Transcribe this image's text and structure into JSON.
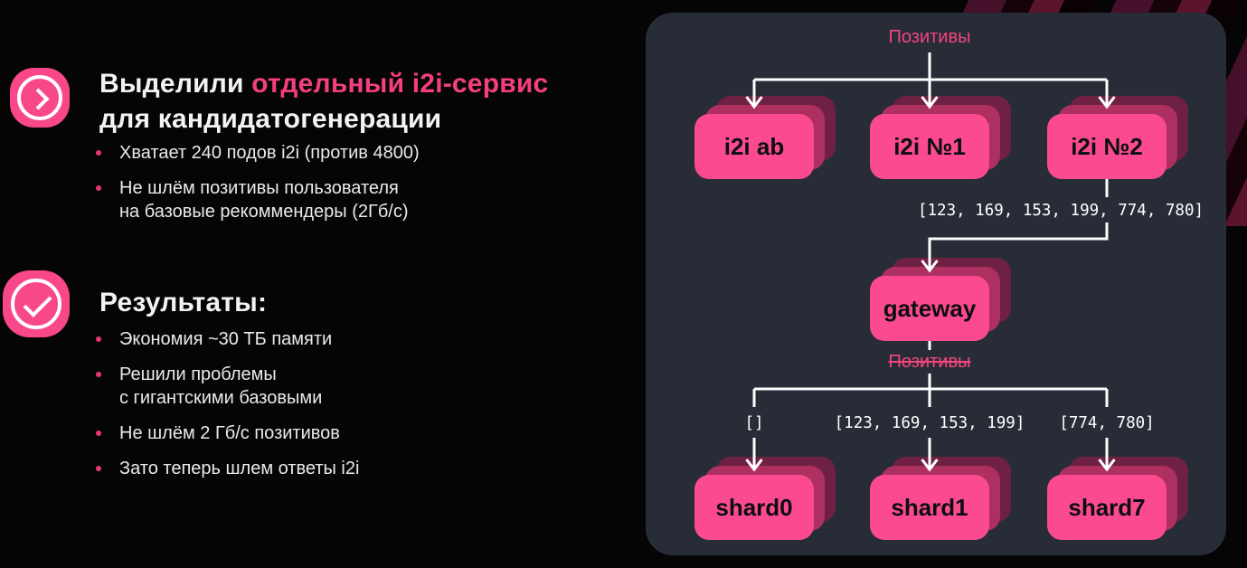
{
  "slide": {
    "section1": {
      "icon": "arrow-right-circle",
      "heading_white": "Выделили ",
      "heading_pink": "отдельный i2i-сервис",
      "heading_line2": "для кандидатогенерации",
      "bullets": [
        "Хватает 240 подов i2i (против 4800)",
        "Не шлём позитивы пользователя\nна базовые рекоммендеры (2Гб/с)"
      ]
    },
    "section2": {
      "icon": "check-circle",
      "heading": "Результаты:",
      "bullets": [
        "Экономия ~30 ТБ памяти",
        "Решили проблемы\nс гигантскими базовыми",
        "Не шлём 2 Гб/с позитивов",
        "Зато теперь шлем ответы i2i"
      ]
    }
  },
  "diagram": {
    "input_label": "Позитивы",
    "services": [
      {
        "label": "i2i ab"
      },
      {
        "label": "i2i №1"
      },
      {
        "label": "i2i №2"
      }
    ],
    "candidates_label": "[123, 169, 153, 199, 774, 780]",
    "gateway_label": "gateway",
    "dropped_label": "Позитивы",
    "shard_inputs": [
      "[]",
      "[123, 169, 153, 199]",
      "[774, 780]"
    ],
    "shards": [
      {
        "label": "shard0"
      },
      {
        "label": "shard1"
      },
      {
        "label": "shard7"
      }
    ]
  },
  "colors": {
    "accent_pink": "#fb4b8e",
    "text_pink": "#f43e80",
    "node_mid": "#ad3060",
    "node_back": "#6e2142",
    "panel_bg": "#272c36",
    "page_bg": "#050505"
  }
}
